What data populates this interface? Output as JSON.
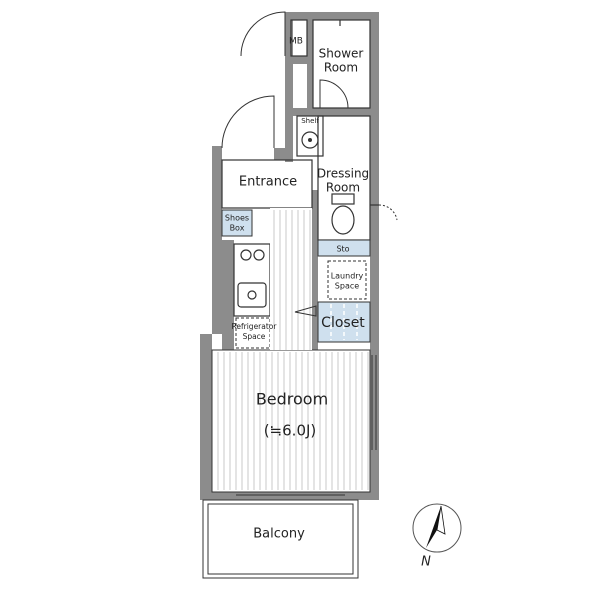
{
  "rooms": {
    "mb": "MB",
    "shower": [
      "Shower",
      "Room"
    ],
    "shelf": "Shelf",
    "entrance": "Entrance",
    "dressing": [
      "Dressing",
      "Room"
    ],
    "shoes": [
      "Shoes",
      "Box"
    ],
    "sto": "Sto",
    "laundry": [
      "Laundry",
      "Space"
    ],
    "closet": "Closet",
    "fridge": [
      "Refrigerator",
      "Space"
    ],
    "bedroom": "Bedroom",
    "bedroom_size": "(≒6.0J)",
    "balcony": "Balcony"
  },
  "compass": {
    "label": "N"
  },
  "colors": {
    "wall": "#8c8c8c",
    "storage": "#cfe0ee",
    "line": "#333333"
  }
}
